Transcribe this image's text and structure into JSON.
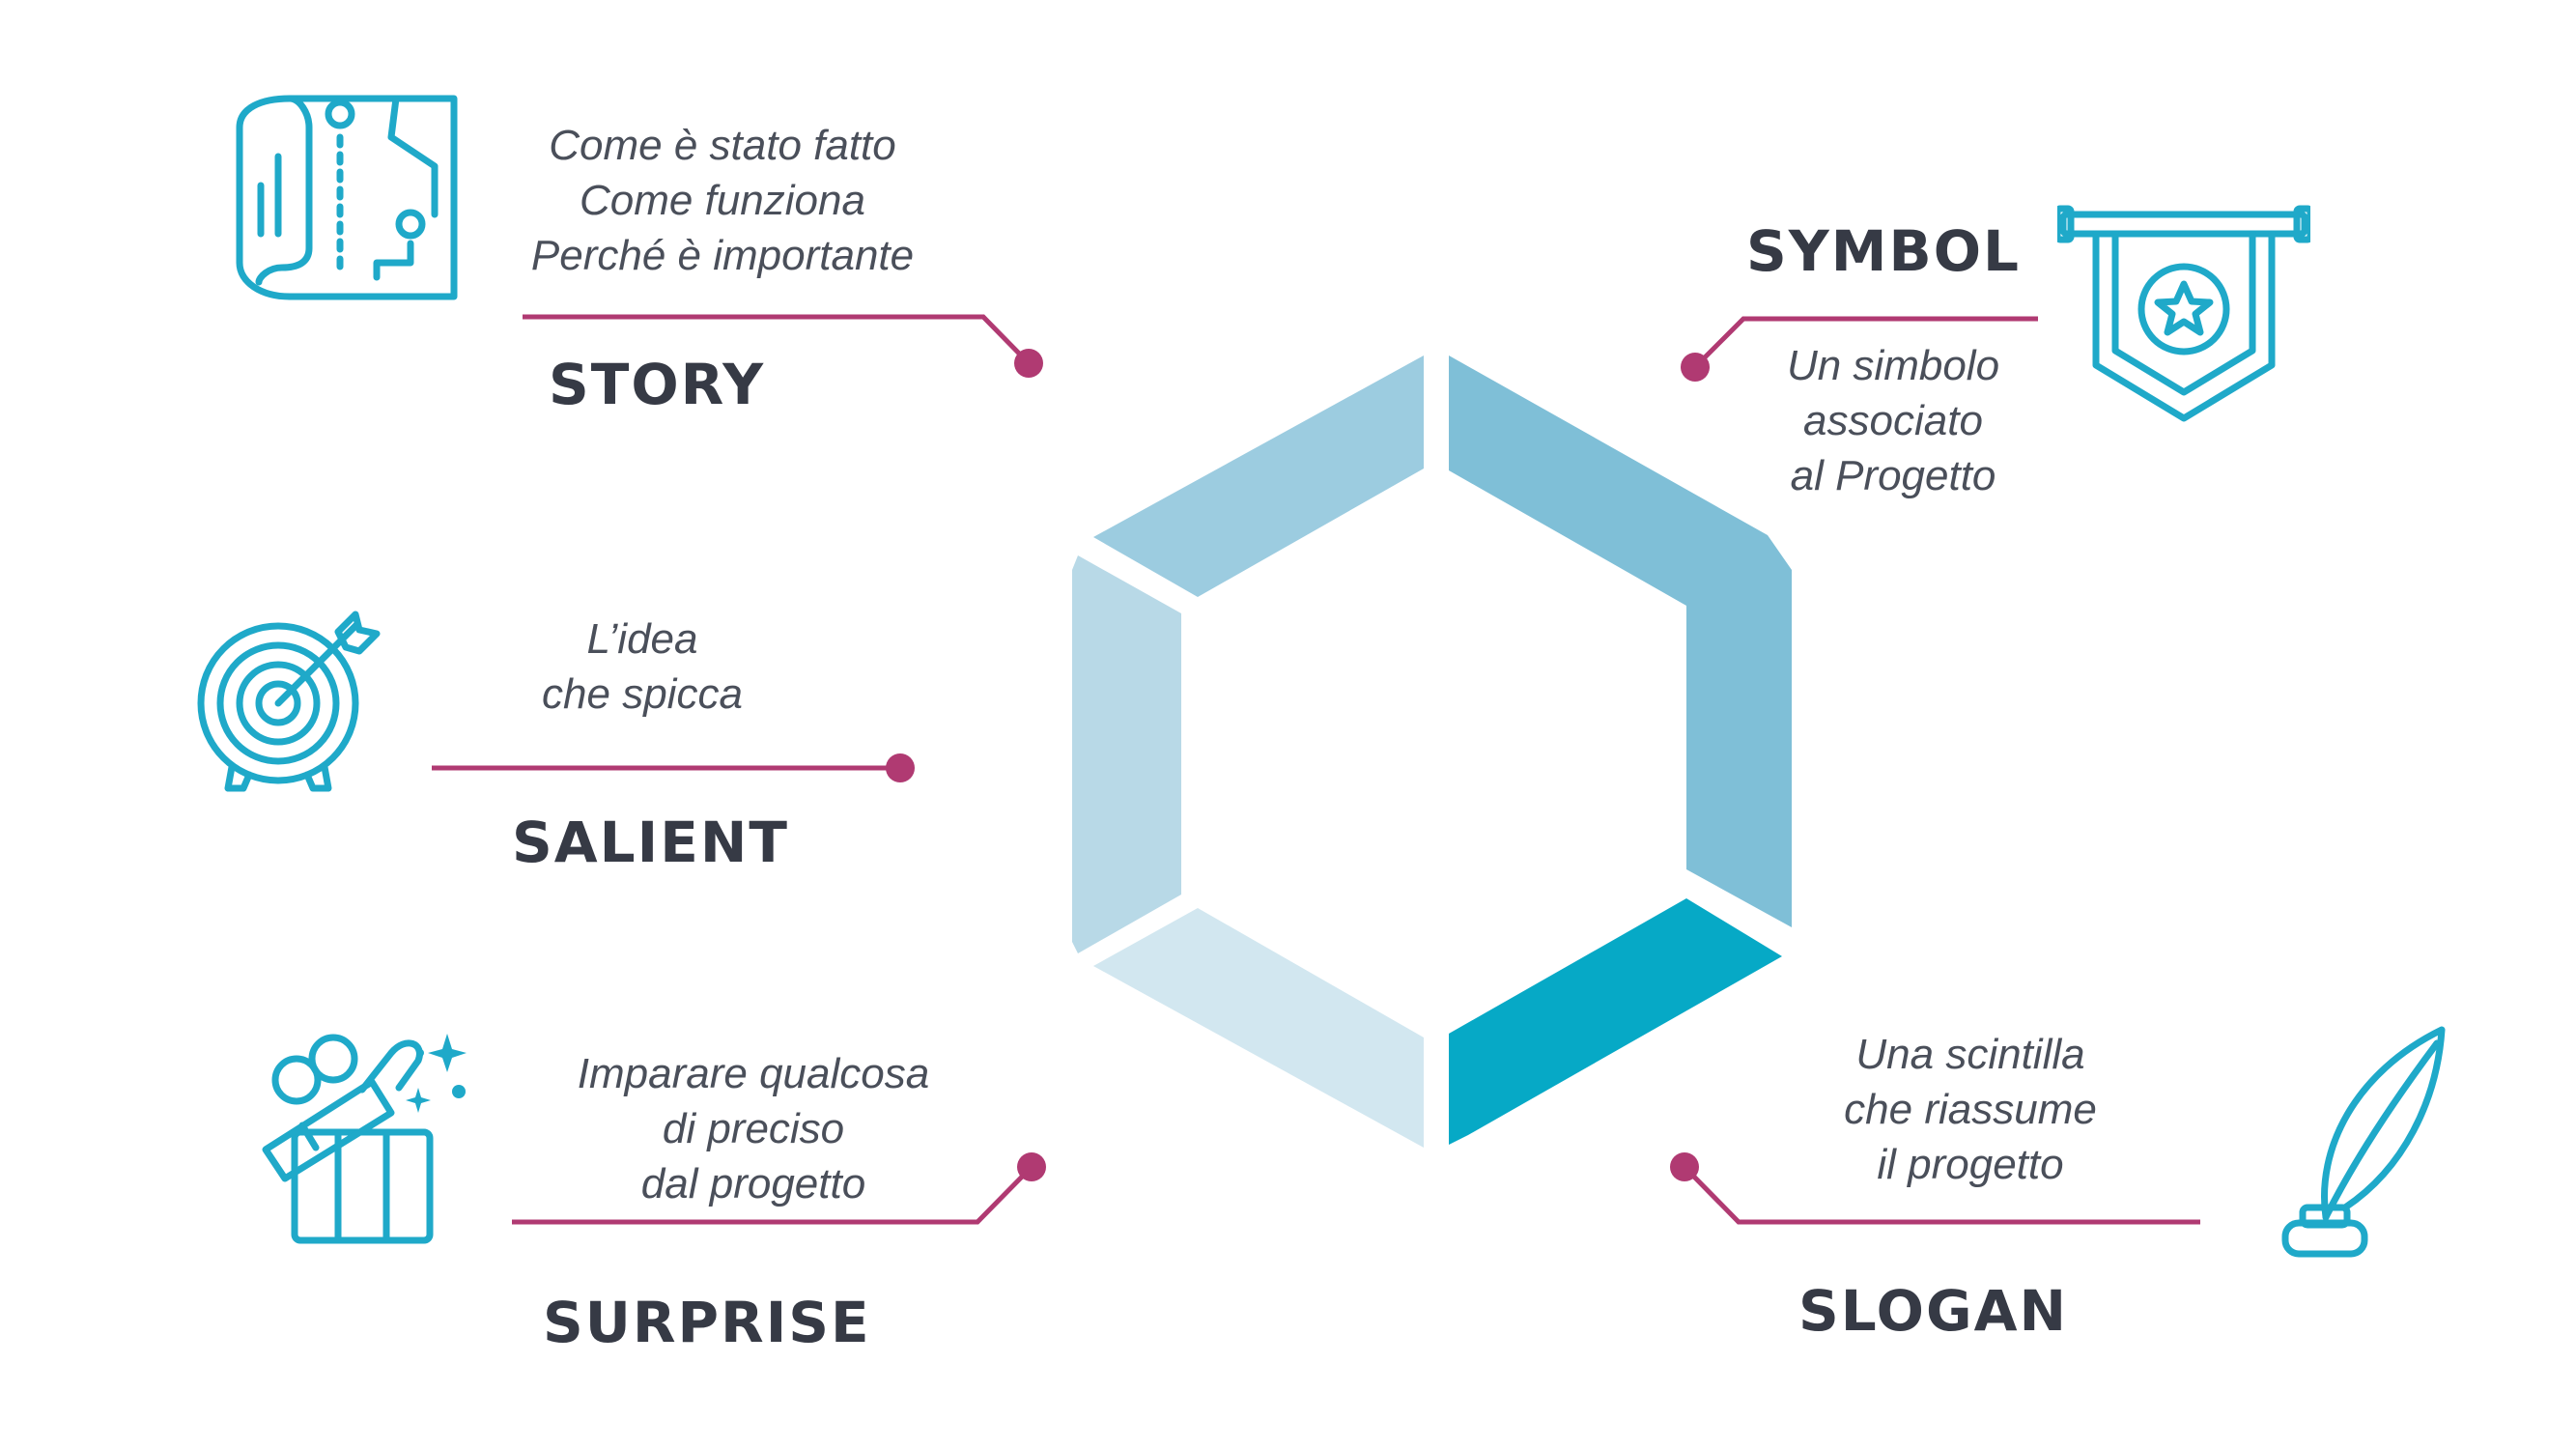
{
  "colors": {
    "icon": "#1fa9c9",
    "connector": "#b03a72",
    "title": "#363a45",
    "text": "#4a4f5a",
    "hex_segments": [
      "#c5dfea",
      "#9ccce0",
      "#7fbfd7",
      "#06a9c6",
      "#d2e7f0",
      "#b8d9e7"
    ]
  },
  "items": {
    "story": {
      "title": "STORY",
      "lines": [
        "Come è stato fatto",
        "Come funziona",
        "Perché è importante"
      ],
      "icon": "map-icon"
    },
    "symbol": {
      "title": "SYMBOL",
      "lines": [
        "Un simbolo",
        "associato",
        "al Progetto"
      ],
      "icon": "banner-star-icon"
    },
    "salient": {
      "title": "SALIENT",
      "lines": [
        "L’idea",
        "che spicca"
      ],
      "icon": "target-arrow-icon"
    },
    "surprise": {
      "title": "SURPRISE",
      "lines": [
        "Imparare qualcosa",
        "di preciso",
        "dal progetto"
      ],
      "icon": "gift-box-icon"
    },
    "slogan": {
      "title": "SLOGAN",
      "lines": [
        "Una scintilla",
        "che riassume",
        "il progetto"
      ],
      "icon": "quill-ink-icon"
    }
  }
}
